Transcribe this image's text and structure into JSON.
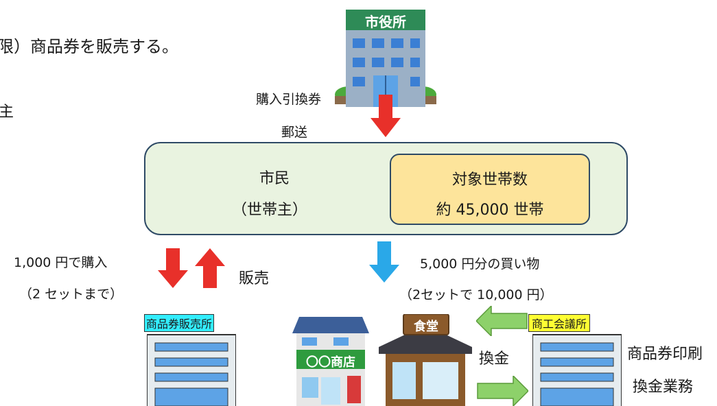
{
  "intro": {
    "line1": "限）商品券を販売する。",
    "line2": "主"
  },
  "city_hall": {
    "sign": "市役所"
  },
  "mail_label": {
    "line1": "購入引換券",
    "line2": "郵送"
  },
  "citizen": {
    "line1": "市民",
    "line2": "（世帯主）"
  },
  "target": {
    "line1": "対象世帯数",
    "line2": "約 45,000 世帯"
  },
  "purchase": {
    "line1": "1,000 円で購入",
    "line2": "（2 セットまで）"
  },
  "sale_label": "販売",
  "shopping": {
    "line1": "5,000 円分の買い物",
    "line2": "（2セットで 10,000 円）"
  },
  "sales_office_tag": "商品券販売所",
  "chamber_tag": "商工会議所",
  "shop_sign": "〇〇商店",
  "diner_sign": "食堂",
  "exchange_label": "換金",
  "chamber_tasks": {
    "line1": "商品券印刷",
    "line2": "換金業務"
  },
  "colors": {
    "red_arrow": "#e8302a",
    "blue_arrow": "#2aa8e8",
    "green_arrow": "#8dd16a",
    "citizen_fill": "#e9f3e0",
    "target_fill": "#fde49b",
    "border": "#2e4a66"
  }
}
